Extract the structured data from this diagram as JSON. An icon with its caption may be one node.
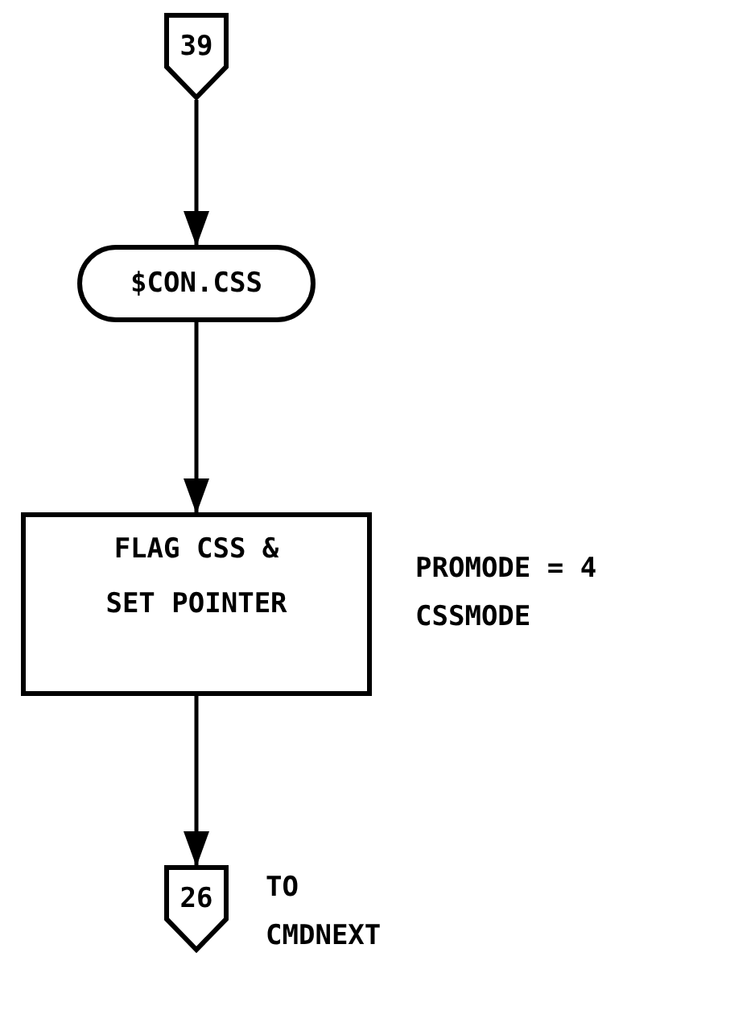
{
  "diagram": {
    "nodes": [
      {
        "text": [
          "39"
        ]
      },
      {
        "text": [
          "$CON.CSS"
        ]
      },
      {
        "text": [
          "FLAG CSS & SET POINTER"
        ],
        "beside": [
          "PROMODE = 4 CSSMODE"
        ]
      },
      {
        "text": [
          "26"
        ],
        "beside": [
          "TO CMDNEXT"
        ]
      }
    ],
    "edges": [
      {
        "from": 0,
        "to": 1,
        "arrow": "to"
      },
      {
        "from": 1,
        "to": 2,
        "arrow": "to"
      },
      {
        "from": 2,
        "to": 3,
        "arrow": "to"
      }
    ]
  }
}
